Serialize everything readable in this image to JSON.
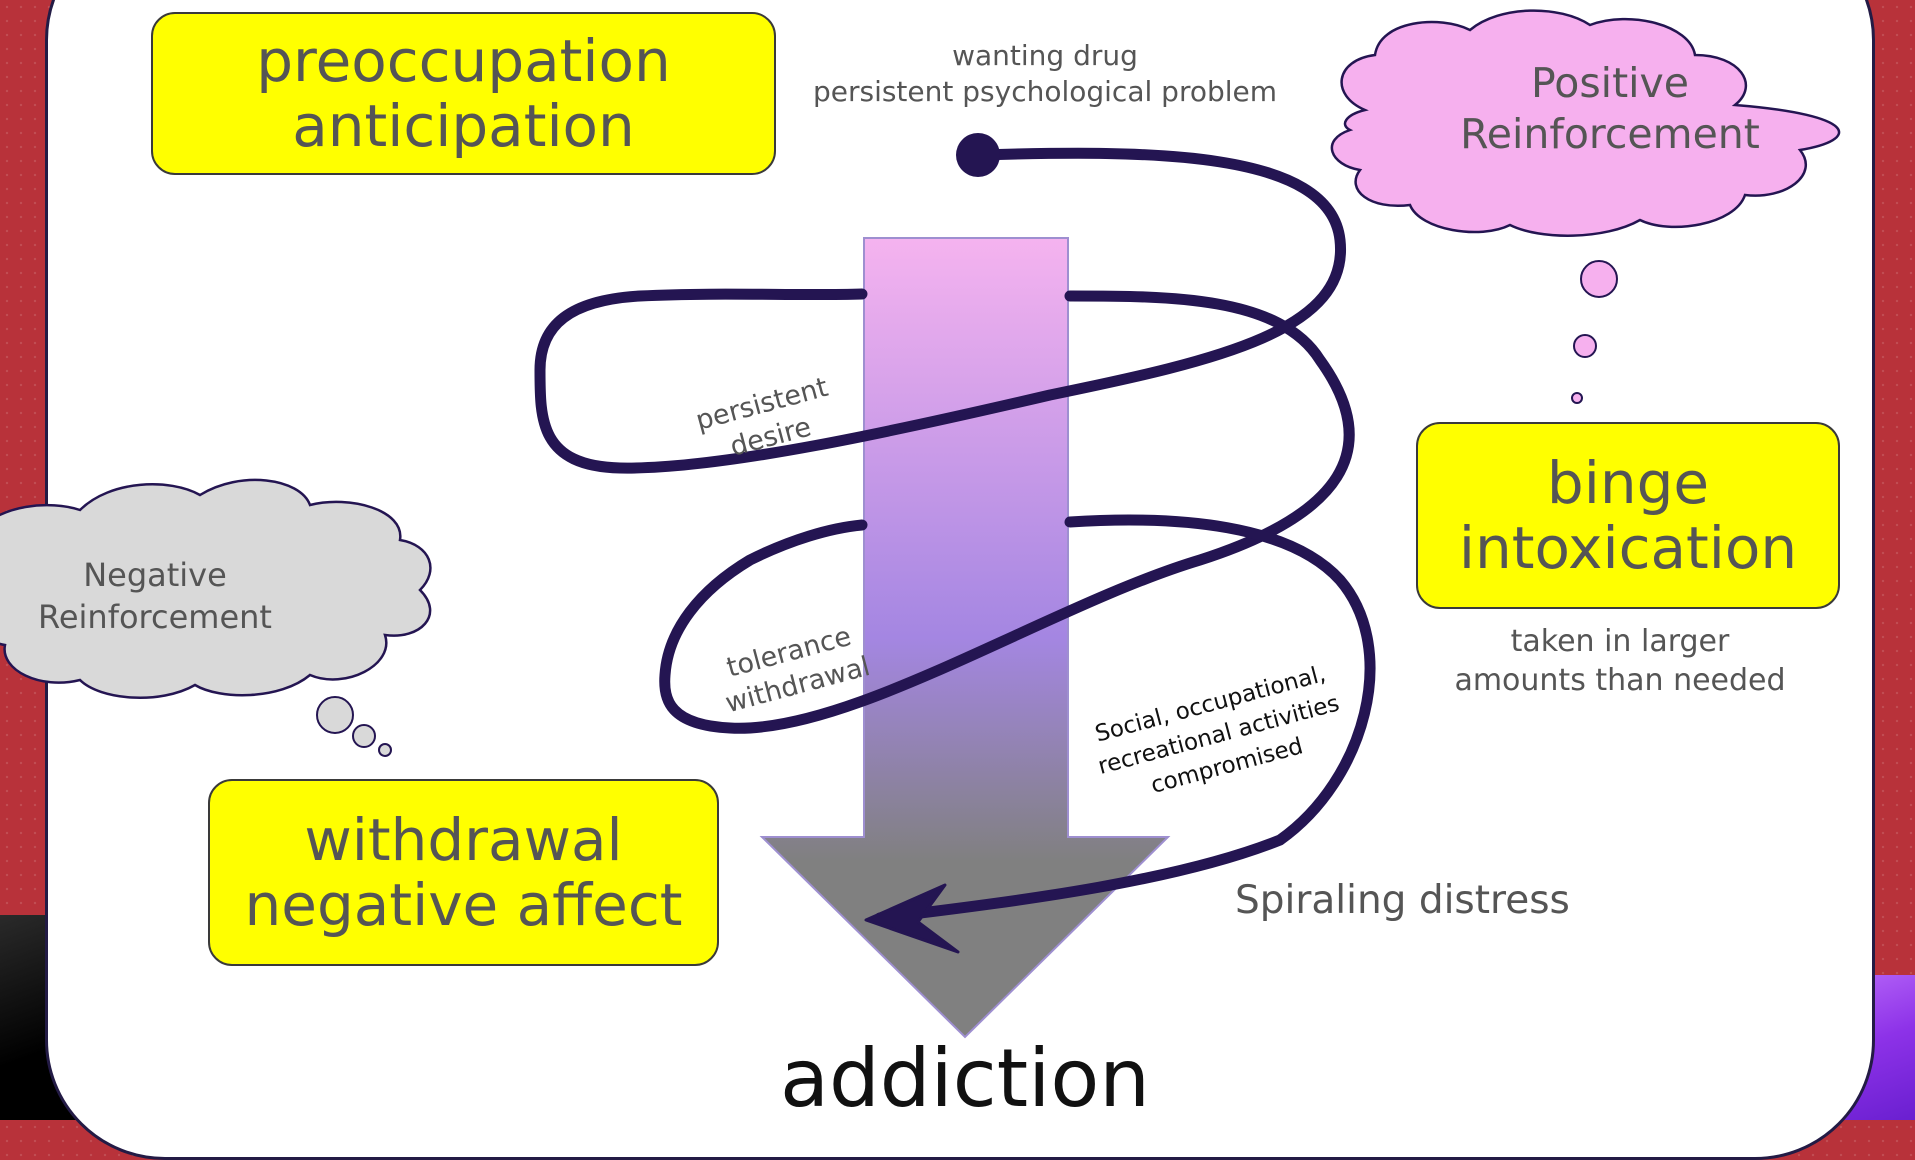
{
  "stages": {
    "preoccupation": {
      "line1": "preoccupation",
      "line2": "anticipation"
    },
    "binge": {
      "line1": "binge",
      "line2": "intoxication"
    },
    "withdrawal": {
      "line1": "withdrawal",
      "line2": "negative affect"
    }
  },
  "reinforcement": {
    "positive": {
      "line1": "Positive",
      "line2": "Reinforcement"
    },
    "negative": {
      "line1": "Negative",
      "line2": "Reinforcement"
    }
  },
  "notes": {
    "wanting": {
      "line1": "wanting drug",
      "line2": "persistent psychological problem"
    },
    "taken": {
      "line1": "taken in larger",
      "line2": "amounts than needed"
    },
    "spiraling": "Spiraling distress",
    "addiction": "addiction"
  },
  "spiral_labels": {
    "desire": {
      "line1": "persistent",
      "line2": "desire"
    },
    "tolerance": {
      "line1": "tolerance",
      "line2": "withdrawal"
    },
    "social": {
      "line1": "Social, occupational,",
      "line2": "recreational activities",
      "line3": "compromised"
    }
  },
  "colors": {
    "highlight_box": "#ffff00",
    "positive_cloud": "#f6b0ee",
    "negative_cloud": "#d9d9d9",
    "spiral_line": "#241552",
    "arrow_top": "#f5b3ef",
    "arrow_mid": "#a486e2",
    "arrow_bottom": "#808080",
    "background_red": "#b8323a"
  }
}
